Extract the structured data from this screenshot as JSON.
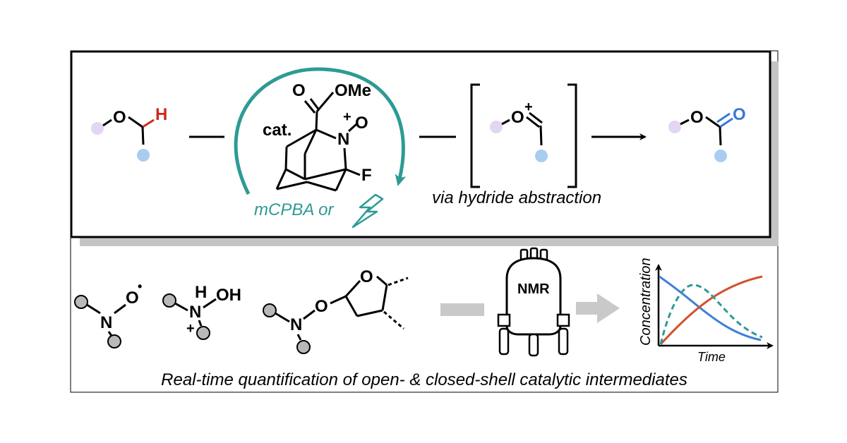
{
  "colors": {
    "teal": "#2e9a94",
    "red": "#d0281c",
    "blue": "#3b78d8",
    "lavender": "#e3d6f3",
    "lightblue": "#a9cdf0",
    "gray_node": "#b9b9b9",
    "gray_arrow": "#c9c9c9",
    "curve_blue": "#3f7fd9",
    "curve_orange": "#d2522d"
  },
  "top": {
    "substrate": {
      "o": "O",
      "h": "H"
    },
    "catalyst": {
      "cat": "cat.",
      "ester_o": "O",
      "ester_ome": "OMe",
      "n": "N",
      "n_charge": "+",
      "n_o": "O",
      "f": "F"
    },
    "oxidant": "mCPBA or",
    "intermediate": {
      "o": "O",
      "charge": "+"
    },
    "mechanism": "via hydride abstraction",
    "product": {
      "o1": "O",
      "o2": "O"
    }
  },
  "bottom": {
    "radical": {
      "n": "N",
      "o": "O",
      "dot": "•"
    },
    "hydroxylamine": {
      "h": "H",
      "n": "N",
      "oh": "OH",
      "charge": "+"
    },
    "adduct": {
      "n": "N",
      "o": "O",
      "ring_o": "O"
    },
    "instrument": "NMR",
    "plot": {
      "ylabel": "Concentration",
      "xlabel": "Time"
    },
    "caption": "Real-time quantification of open- & closed-shell catalytic intermediates"
  }
}
